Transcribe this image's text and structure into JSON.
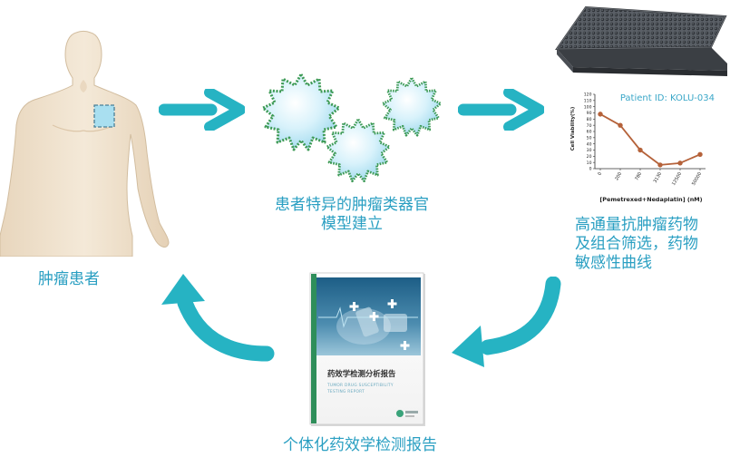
{
  "captions": {
    "patient": "肿瘤患者",
    "organoid_line1": "患者特异的肿瘤类器官",
    "organoid_line2": "模型建立",
    "screening_line1": "高通量抗肿瘤药物",
    "screening_line2": "及组合筛选，药物",
    "screening_line3": "敏感性曲线",
    "report": "个体化药效学检测报告"
  },
  "report_cover": {
    "title": "药效学检测分析报告",
    "subtitle_line1": "TUMOR DRUG SUSCEPTIBILITY",
    "subtitle_line2": "TESTING REPORT"
  },
  "chart_data": {
    "type": "line",
    "title": "Patient ID: KOLU-034",
    "xlabel": "[Pemetrexed+Nedaplatin] (nM)",
    "ylabel": "Cell Viability(%)",
    "categories": [
      "0",
      "200",
      "780",
      "3130",
      "12500",
      "50000"
    ],
    "values": [
      88,
      70,
      30,
      6,
      9,
      23
    ],
    "ylim": [
      0,
      120
    ],
    "yticks": [
      "0",
      "10",
      "20",
      "30",
      "40",
      "50",
      "60",
      "70",
      "80",
      "90",
      "100",
      "110",
      "120"
    ],
    "grid": false,
    "color": "#b5623a"
  },
  "colors": {
    "arrow": "#26b3c3",
    "caption": "#2a9fc2",
    "organoid_fill": "#cdeefa",
    "organoid_outline": "#3d9a55",
    "skin": "#f0e2cd"
  }
}
